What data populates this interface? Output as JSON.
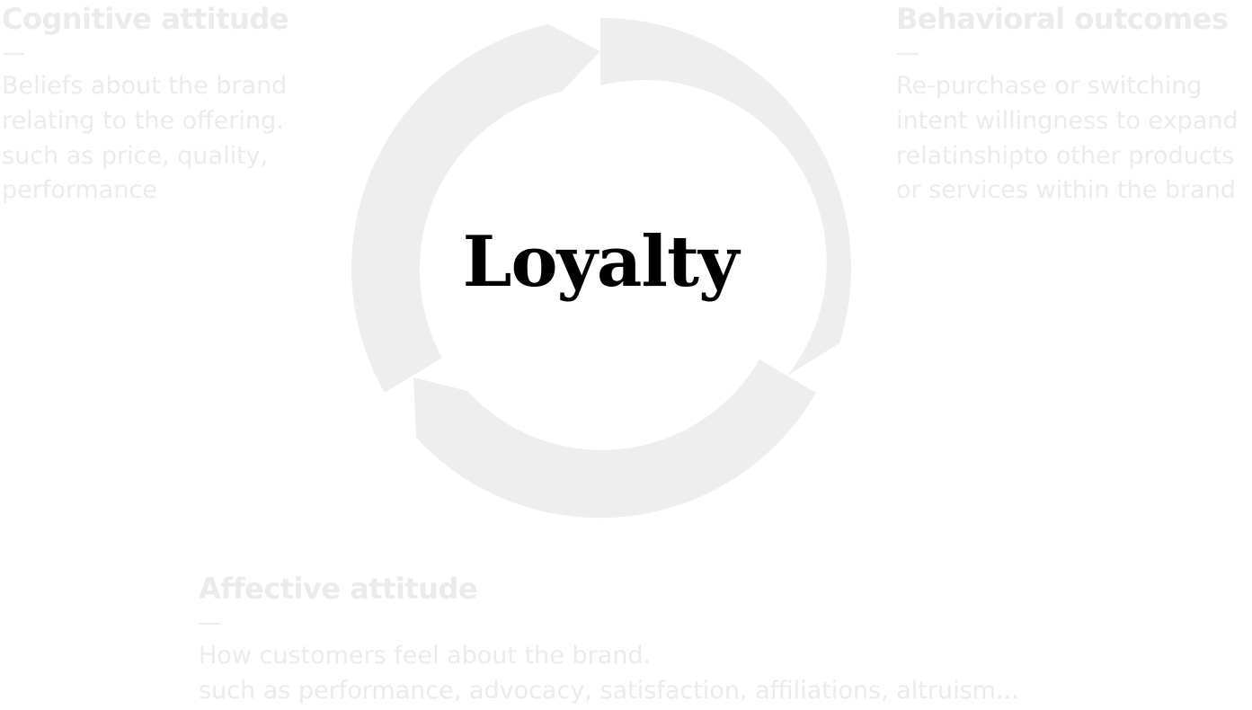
{
  "center": {
    "title": "Loyalty"
  },
  "colors": {
    "ring": "#eeeeee",
    "text_faded": "#ebebeb",
    "title": "#000000"
  },
  "cognitive": {
    "heading": "Cognitive attitude",
    "dash": "—",
    "lines": [
      "Beliefs about the brand",
      "relating to the offering.",
      "such as price, quality,",
      "performance"
    ]
  },
  "behavioral": {
    "heading": "Behavioral outcomes",
    "dash": "—",
    "lines": [
      "Re-purchase or switching",
      "intent willingness to expand",
      "relatinshipto other products",
      "or services within the brand"
    ]
  },
  "affective": {
    "heading": "Affective attitude",
    "dash": "—",
    "lines": [
      "How customers feel about the brand.",
      "such as performance, advocacy, satisfaction, affiliations, altruism..."
    ]
  }
}
